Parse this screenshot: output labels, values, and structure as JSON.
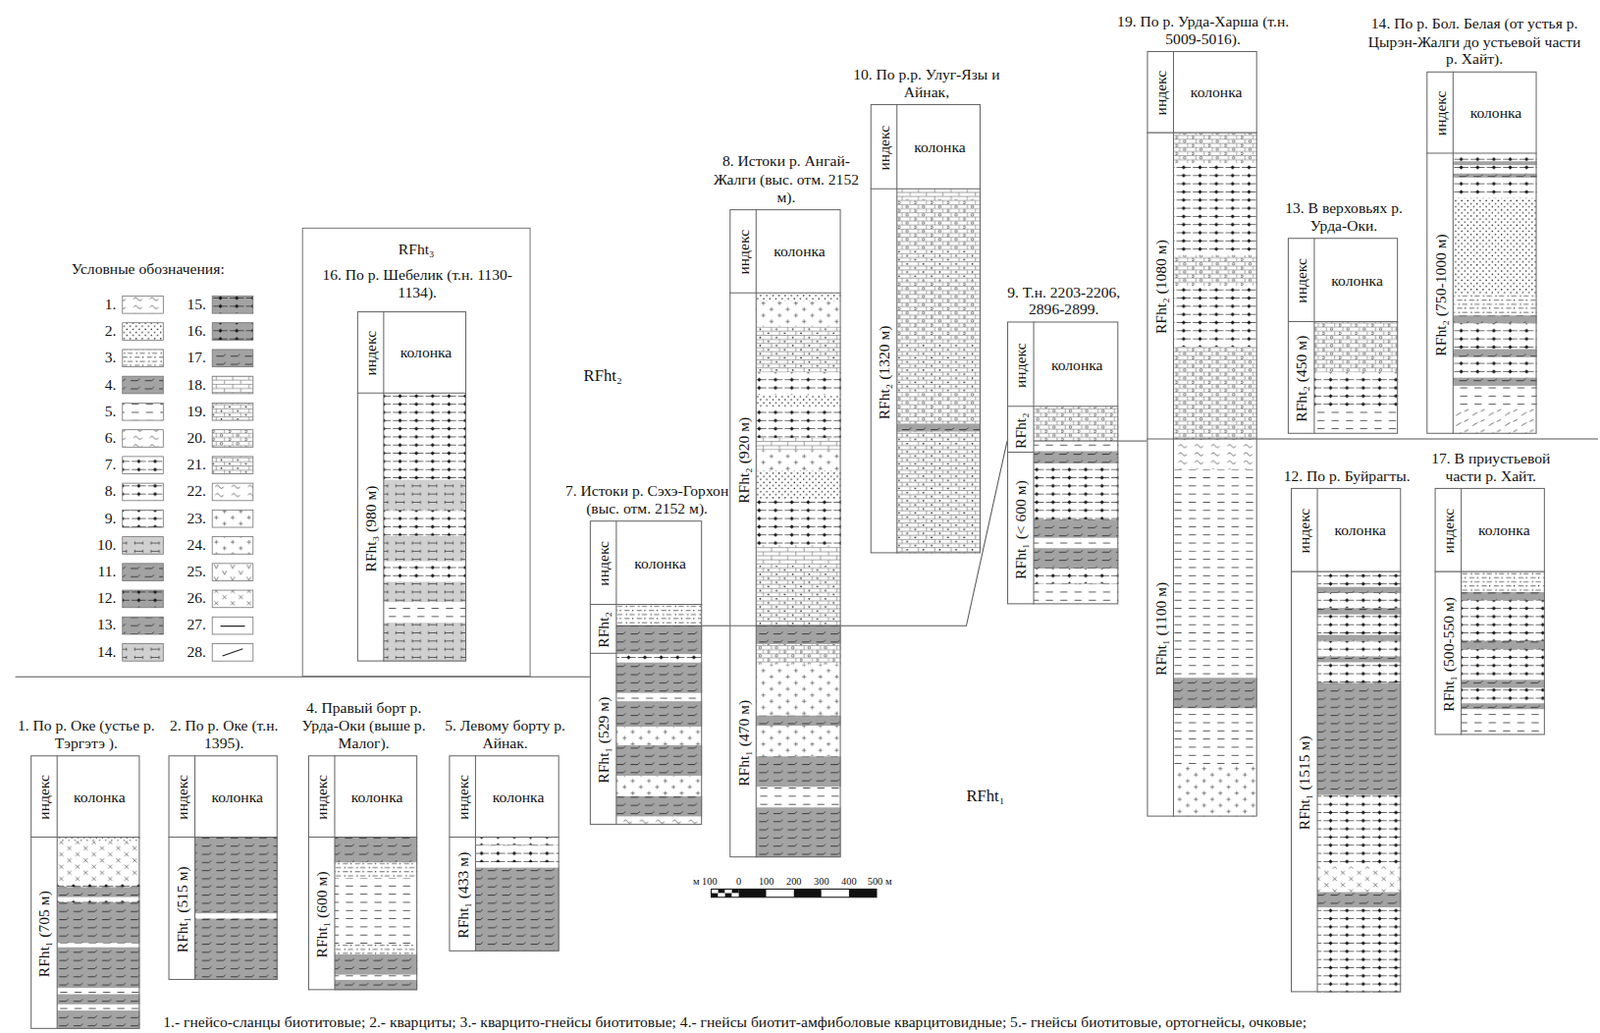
{
  "diagram": {
    "caption": "1.- гнейсо-сланцы биотитовые; 2.- кварциты; 3.- кварцито-гнейсы биотитовые; 4.- гнейсы биотит-амфиболовые кварцитовидные; 5.- гнейсы биотитовые, ортогнейсы, очковые;",
    "nodes": [
      {
        "text": [
          "RFht₃",
          "16. По р. Шебелик (т.н. 1130-1134)."
        ]
      },
      {
        "text": [
          "индекс",
          "колонка",
          "RFht₃ (980 м)"
        ],
        "in": 0
      },
      {
        "text": [
          "7. Истоки р. Сэхэ-Горхон (выс. отм. 2152 м).",
          "индекс",
          "колонка",
          "RFht₂",
          "RFht₁ (529 м)"
        ]
      },
      {
        "text": [
          "8. Истоки р. Ангай-Жалги (выс. отм. 2152 м).",
          "индекс",
          "колонка",
          "RFht₂ (920 м)",
          "RFht₁ (470 м)"
        ]
      },
      {
        "text": [
          "10. По р.р. Улуг-Язы и Айнак,",
          "индекс",
          "колонка",
          "RFht₂ (1320 м)"
        ]
      },
      {
        "text": [
          "9. Т.н. 2203-2206, 2896-2899.",
          "индекс",
          "колонка",
          "RFht₂",
          "RFht₁ (< 600 м)"
        ]
      },
      {
        "text": [
          "19. По р. Урда-Харша (т.н. 5009-5016).",
          "индекс",
          "колонка",
          "RFht₂ (1080 м)",
          "RFht₁ (1100 м)"
        ]
      },
      {
        "text": [
          "13. В верховьях р. Урда-Оки.",
          "индекс",
          "колонка",
          "RFht₂ (450 м)"
        ]
      },
      {
        "text": [
          "14. По р. Бол. Белая (от устья р. Цырэн-Жалги до устьевой части р. Хайт).",
          "индекс",
          "колонка",
          "RFht₂ (750-1000 м)"
        ]
      },
      {
        "text": [
          "12. По р. Буйрагты.",
          "индекс",
          "колонка",
          "RFht₁ (1515 м)"
        ]
      },
      {
        "text": [
          "17. В приустьевой части р. Хайт.",
          "индекс",
          "колонка",
          "RFht₁ (500-550 м)"
        ]
      },
      {
        "text": [
          "1. По р. Оке (устье р. Тэргэтэ ).",
          "индекс",
          "колонка",
          "RFht₁ (705 м)"
        ]
      },
      {
        "text": [
          "2. По р. Оке (т.н. 1395).",
          "индекс",
          "колонка",
          "RFht₁ (515 м)"
        ]
      },
      {
        "text": [
          "4. Правый борт р. Урда-Оки (выше р. Малог).",
          "индекс",
          "колонка",
          "RFht₁ (600 м)"
        ]
      },
      {
        "text": [
          "5. Левому борту р. Айнак.",
          "индекс",
          "колонка",
          "RFht₁ (433 м)"
        ]
      }
    ],
    "labels": [
      "Условные обозначения:",
      "RFht₂",
      "RFht₁",
      "м 100",
      "0",
      "100",
      "200",
      "300",
      "400",
      "500 м"
    ],
    "legend": [
      {
        "text": "1."
      },
      {
        "text": "2."
      },
      {
        "text": "3."
      },
      {
        "text": "4."
      },
      {
        "text": "5."
      },
      {
        "text": "6."
      },
      {
        "text": "7."
      },
      {
        "text": "8."
      },
      {
        "text": "9."
      },
      {
        "text": "10."
      },
      {
        "text": "11."
      },
      {
        "text": "12."
      },
      {
        "text": "13."
      },
      {
        "text": "14."
      },
      {
        "text": "15."
      },
      {
        "text": "16."
      },
      {
        "text": "17."
      },
      {
        "text": "18."
      },
      {
        "text": "19."
      },
      {
        "text": "20."
      },
      {
        "text": "21."
      },
      {
        "text": "22."
      },
      {
        "text": "23."
      },
      {
        "text": "24."
      },
      {
        "text": "25."
      },
      {
        "text": "26."
      },
      {
        "text": "27."
      },
      {
        "text": "28."
      }
    ]
  }
}
